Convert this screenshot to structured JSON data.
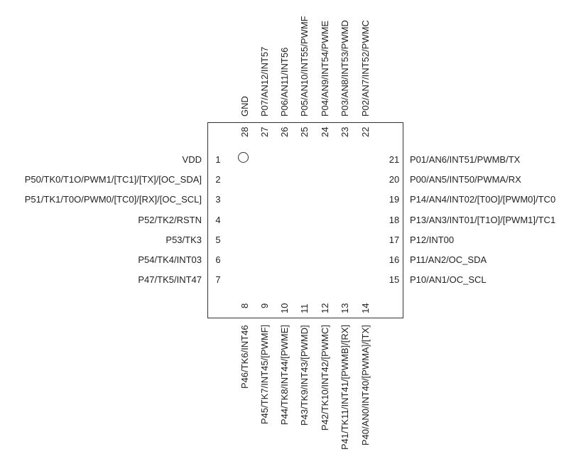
{
  "pins": {
    "left": [
      {
        "num": "1",
        "label": "VDD"
      },
      {
        "num": "2",
        "label": "P50/TK0/T1O/PWM1/[TC1]/[TX]/[OC_SDA]"
      },
      {
        "num": "3",
        "label": "P51/TK1/T0O/PWM0/[TC0]/[RX]/[OC_SCL]"
      },
      {
        "num": "4",
        "label": "P52/TK2/RSTN"
      },
      {
        "num": "5",
        "label": "P53/TK3"
      },
      {
        "num": "6",
        "label": "P54/TK4/INT03"
      },
      {
        "num": "7",
        "label": "P47/TK5/INT47"
      }
    ],
    "bottom": [
      {
        "num": "8",
        "label": "P46/TK6/INT46"
      },
      {
        "num": "9",
        "label": "P45/TK7/INT45/[PWMF]"
      },
      {
        "num": "10",
        "label": "P44/TK8/INT44/[PWME]"
      },
      {
        "num": "11",
        "label": "P43/TK9/INT43/[PWMD]"
      },
      {
        "num": "12",
        "label": "P42/TK10/INT42/[PWMC]"
      },
      {
        "num": "13",
        "label": "P41/TK11/INT41/[PWMB]/[RX]"
      },
      {
        "num": "14",
        "label": "P40/AN0/INT40/[PWMA]/[TX]"
      }
    ],
    "right": [
      {
        "num": "15",
        "label": "P10/AN1/OC_SCL"
      },
      {
        "num": "16",
        "label": "P11/AN2/OC_SDA"
      },
      {
        "num": "17",
        "label": "P12/INT00"
      },
      {
        "num": "18",
        "label": "P13/AN3/INT01/[T1O]/[PWM1]/TC1"
      },
      {
        "num": "19",
        "label": "P14/AN4/INT02/[T0O]/[PWM0]/TC0"
      },
      {
        "num": "20",
        "label": "P00/AN5/INT50/PWMA/RX"
      },
      {
        "num": "21",
        "label": "P01/AN6/INT51/PWMB/TX"
      }
    ],
    "top": [
      {
        "num": "22",
        "label": "P02/AN7/INT52/PWMC"
      },
      {
        "num": "23",
        "label": "P03/AN8/INT53/PWMD"
      },
      {
        "num": "24",
        "label": "P04/AN9/INT54/PWME"
      },
      {
        "num": "25",
        "label": "P05/AN10/INT55/PWMF"
      },
      {
        "num": "26",
        "label": "P06/AN11/INT56"
      },
      {
        "num": "27",
        "label": "P07/AN12/INT57"
      },
      {
        "num": "28",
        "label": "GND"
      }
    ]
  }
}
